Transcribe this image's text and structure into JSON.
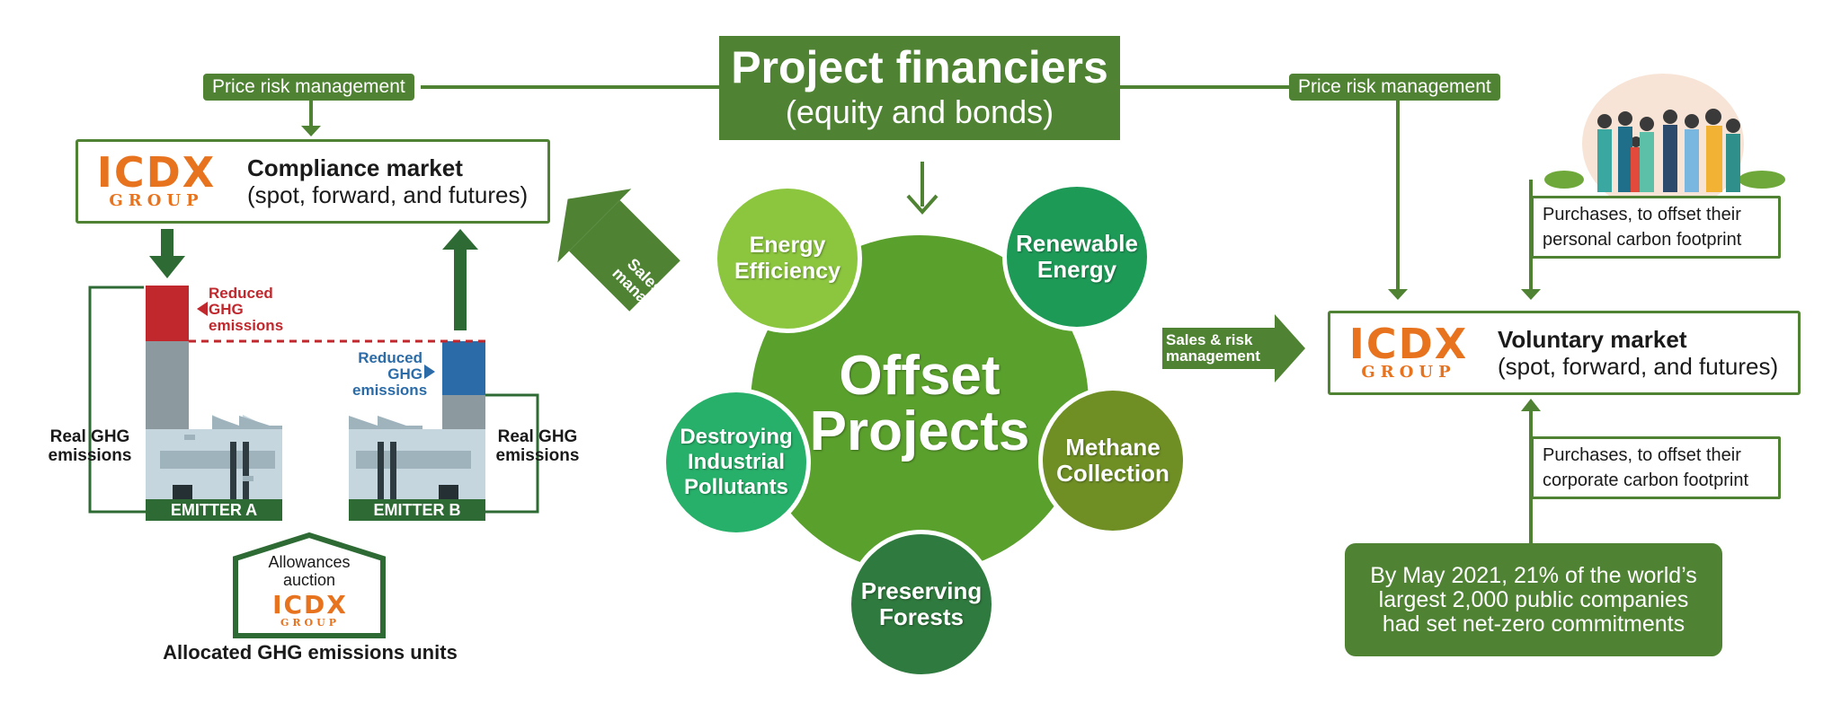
{
  "header": {
    "title": "Project financiers",
    "subtitle": "(equity and bonds)"
  },
  "price_risk_left": "Price risk management",
  "price_risk_right": "Price risk management",
  "logo": {
    "main": "ICDX",
    "sub": "GROUP"
  },
  "compliance": {
    "title": "Compliance market",
    "subtitle": "(spot, forward, and futures)"
  },
  "voluntary": {
    "title": "Voluntary market",
    "subtitle": "(spot, forward, and futures)"
  },
  "sales_left": "Sales & risk management",
  "sales_right": "Sales & risk management",
  "offset": {
    "line1": "Offset",
    "line2": "Projects"
  },
  "projects": [
    {
      "label": "Energy Efficiency"
    },
    {
      "label": "Renewable Energy"
    },
    {
      "label": "Methane Collection"
    },
    {
      "label": "Preserving Forests"
    },
    {
      "label": "Destroying Industrial Pollutants"
    }
  ],
  "reduced_a": "Reduced GHG emissions",
  "reduced_b": "Reduced GHG emissions",
  "real_a": "Real GHG emissions",
  "real_b": "Real GHG emissions",
  "emitter_a": "EMITTER A",
  "emitter_b": "EMITTER B",
  "auction": "Allowances auction",
  "allocated": "Allocated GHG emissions units",
  "purchase_personal": "Purchases, to offset their personal carbon footprint",
  "purchase_corporate": "Purchases, to offset their corporate carbon footprint",
  "stat": "By May 2021, 21% of the world’s largest 2,000 public companies had set net-zero commitments",
  "colors": {
    "dark_green": "#4f8233",
    "forest": "#2e6b34",
    "red": "#c0282d",
    "blue": "#2b6ca8",
    "orange": "#e8731f",
    "energy_efficiency": "#8cc63f",
    "renewable": "#1e9a57",
    "methane": "#6f8f25",
    "forests": "#2f7a3e",
    "pollutants": "#27b06a",
    "offset_center": "#5aa02c"
  }
}
